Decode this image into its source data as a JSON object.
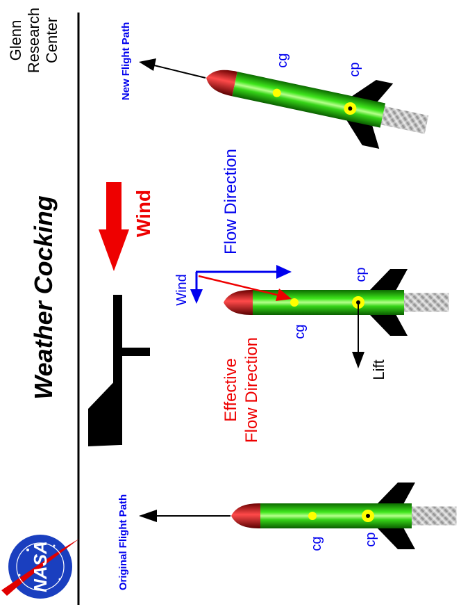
{
  "title": "Weather Cocking",
  "organization": "Glenn Research Center",
  "organization_lines": [
    "Glenn",
    "Research",
    "Center"
  ],
  "logo": {
    "name": "nasa-logo",
    "text": "NASA"
  },
  "colors": {
    "blue": "#0000ee",
    "red": "#ee0000",
    "black": "#000000",
    "body_green": "#22cc00",
    "nose_red": "#cc0000",
    "marker_yellow": "#ffff00",
    "exhaust_gray": "#b8b8b8"
  },
  "labels": {
    "wind": "Wind",
    "flow_direction": "Flow Direction",
    "effective_flow_line1": "Effective",
    "effective_flow_line2": "Flow Direction",
    "lift": "Lift",
    "original_flight_path": "Original Flight Path",
    "new_flight_path": "New Flight Path",
    "cg": "cg",
    "cp": "cp"
  },
  "rockets": [
    {
      "id": "original",
      "markers": [
        "cg",
        "cp"
      ]
    },
    {
      "id": "weathercocking",
      "markers": [
        "cg",
        "cp"
      ]
    },
    {
      "id": "new-path",
      "markers": [
        "cg",
        "cp"
      ]
    }
  ]
}
